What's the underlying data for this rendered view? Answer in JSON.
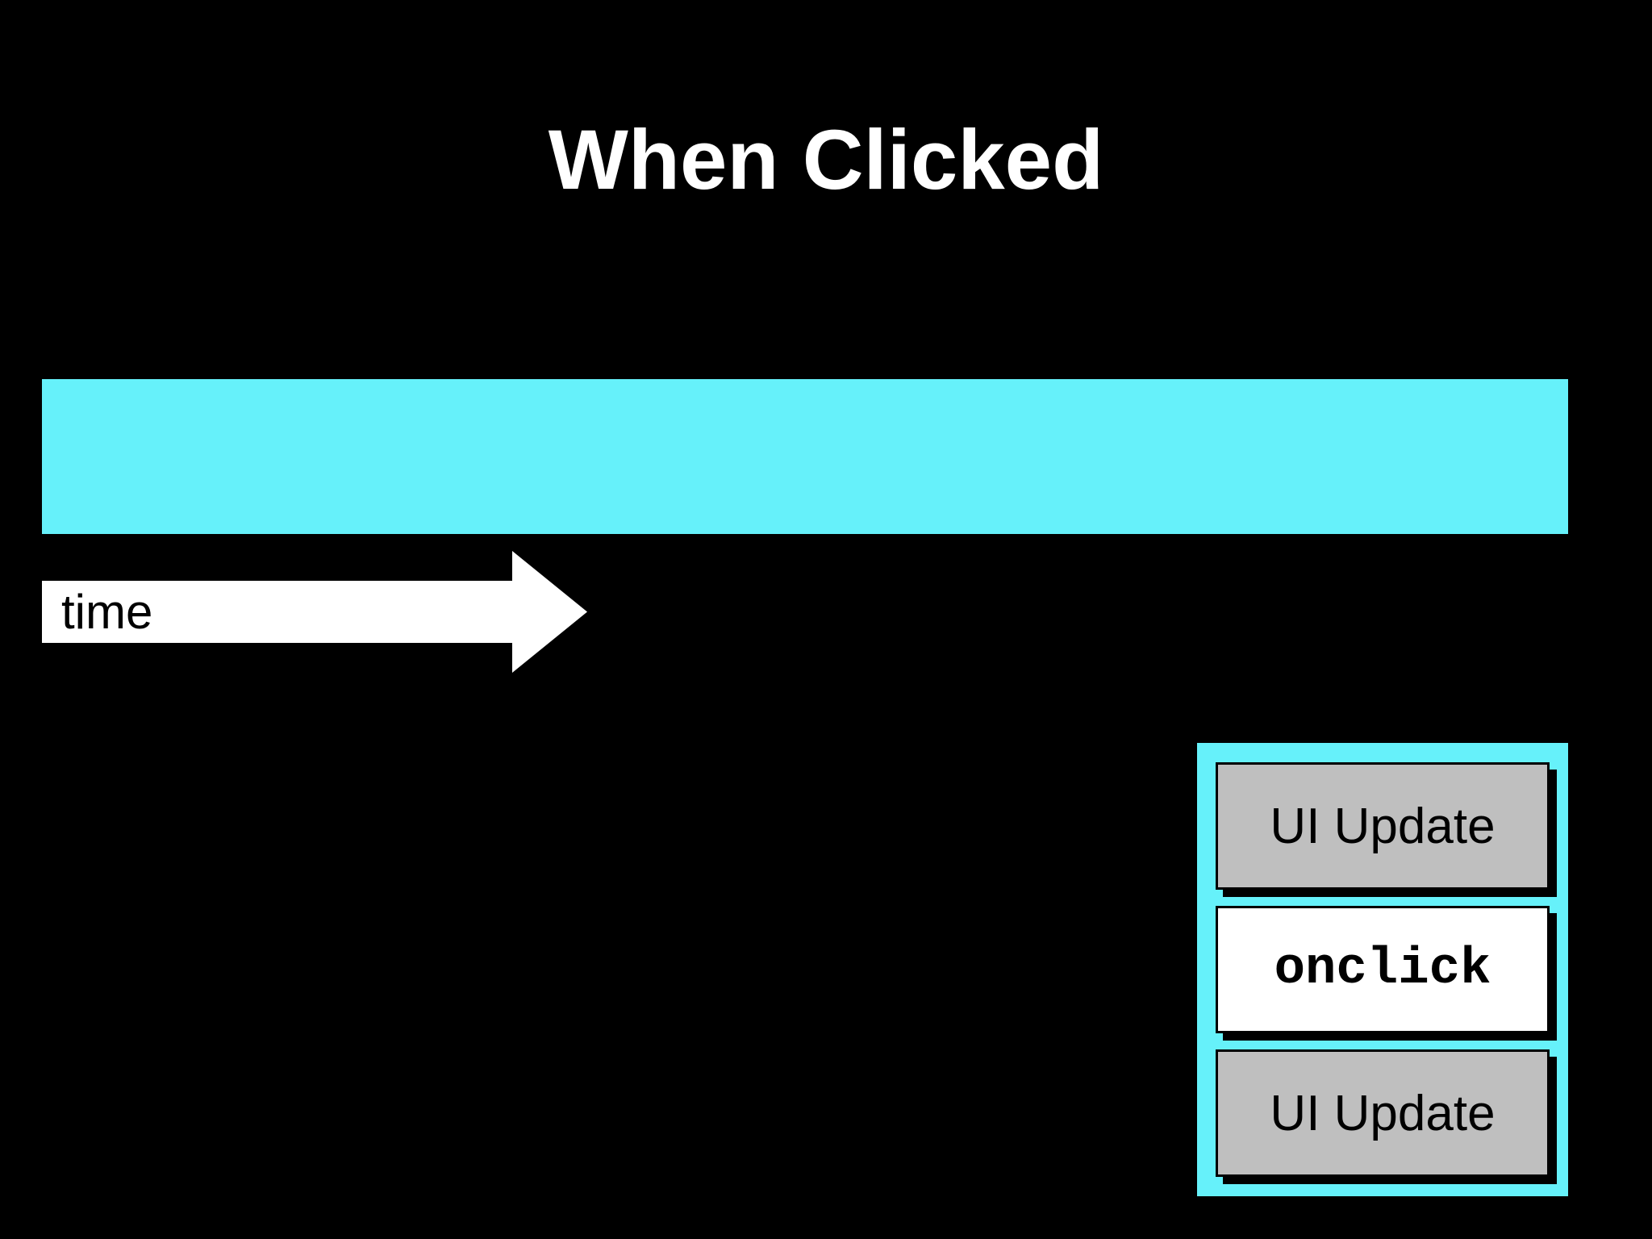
{
  "slide": {
    "title": "When Clicked",
    "background_color": "#000000",
    "title_color": "#FFFFFF"
  },
  "timeline": {
    "bar_color": "#66F1FA",
    "arrow_color": "#FFFFFF",
    "arrow_label": "time",
    "arrow_label_color": "#000000"
  },
  "event_stack": {
    "container_color": "#66F1FA",
    "items": [
      {
        "label": "UI Update",
        "kind": "ui-update",
        "bg": "#BFBFBF"
      },
      {
        "label": "onclick",
        "kind": "handler",
        "bg": "#FFFFFF"
      },
      {
        "label": "UI Update",
        "kind": "ui-update",
        "bg": "#BFBFBF"
      }
    ]
  }
}
